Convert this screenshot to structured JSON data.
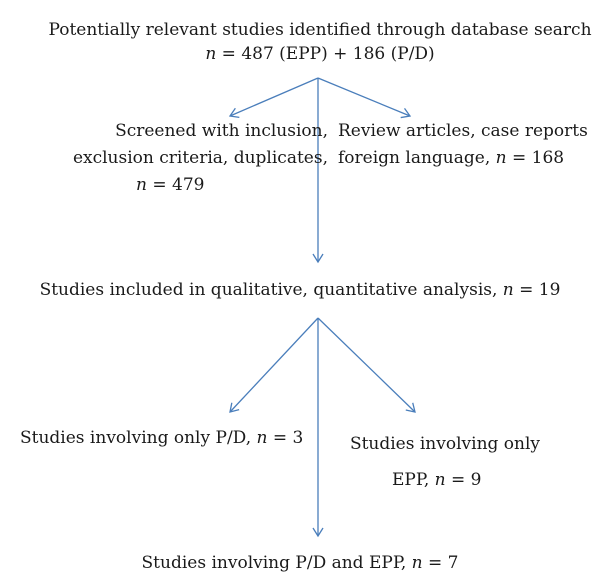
{
  "colors": {
    "arrow": "#4a7ebb",
    "text": "#1a1a1a",
    "background": "#ffffff"
  },
  "nodes": {
    "identified": {
      "line1": "Potentially relevant studies identified through database search",
      "line2_n": "n",
      "line2_rest": " = 487 (EPP) + 186 (P/D)"
    },
    "screened": {
      "line1": "Screened with inclusion,",
      "line2": "exclusion criteria, duplicates,",
      "line3_n": "n",
      "line3_rest": " = 479"
    },
    "excluded": {
      "line1": "Review articles, case reports",
      "line2_text": "foreign language, ",
      "line2_n": "n",
      "line2_rest": " = 168"
    },
    "included": {
      "text": "Studies included in qualitative, quantitative analysis, ",
      "n": "n",
      "rest": " = 19"
    },
    "pd_only": {
      "text": "Studies involving only P/D, ",
      "n": "n",
      "rest": " = 3"
    },
    "epp_only": {
      "line1": "Studies involving only",
      "line2_text": "EPP, ",
      "line2_n": "n",
      "line2_rest": " = 9"
    },
    "both": {
      "text": "Studies involving P/D and EPP, ",
      "n": "n",
      "rest": " = 7"
    }
  }
}
